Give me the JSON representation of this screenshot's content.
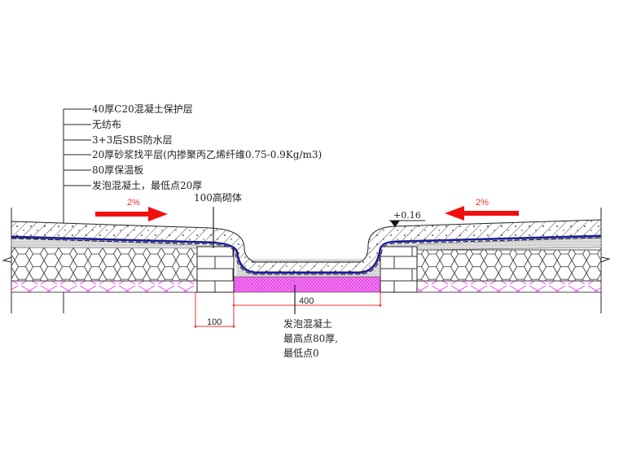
{
  "drawing": {
    "title": "roof gutter section",
    "layer_labels": [
      "40厚C20混凝土保护层",
      "无纺布",
      "3+3后SBS防水层",
      "20厚砂浆找平层(内掺聚丙乙烯纤维0.75-0.9Kg/m3)",
      "80厚保温板",
      "发泡混凝土，最低点20厚"
    ],
    "masonry_label": "100高砌体",
    "slope_left": "2%",
    "slope_right": "2%",
    "elevation": "+0.16",
    "dim_width_400": "400",
    "dim_width_100": "100",
    "foam_note": [
      "发泡混凝土",
      "最高点80厚,",
      "最低点0"
    ],
    "colors": {
      "arrow": "#f01010",
      "membrane": "#1a1aa8",
      "foam_fill": "#ee66ee",
      "cross_hatch": "#ee44ee",
      "dimension": "#f03030",
      "line": "#222222"
    }
  }
}
